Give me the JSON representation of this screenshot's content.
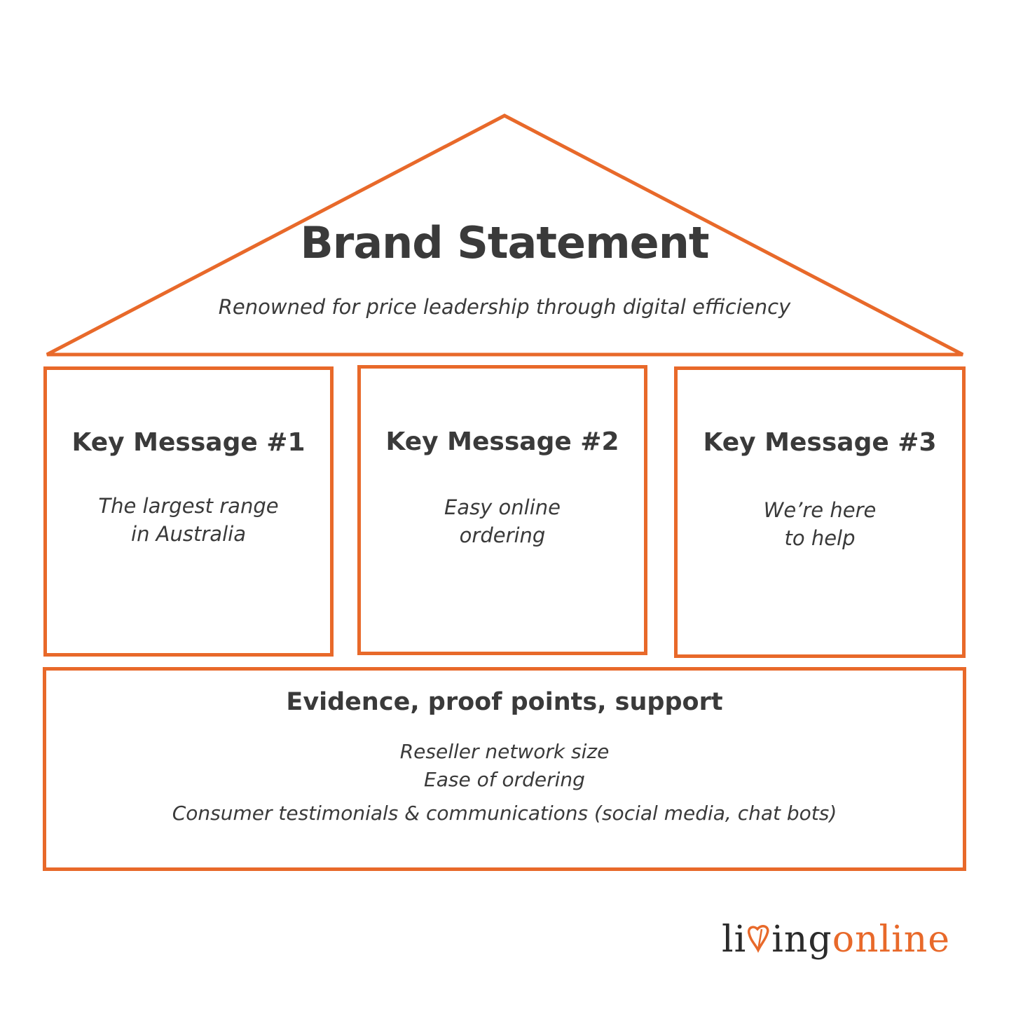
{
  "roof": {
    "title": "Brand Statement",
    "subtitle": "Renowned for price leadership through digital efficiency"
  },
  "pillars": [
    {
      "title": "Key Message #1",
      "lines": [
        "The largest range",
        "in Australia"
      ]
    },
    {
      "title": "Key Message #2",
      "lines": [
        "Easy online",
        "ordering"
      ]
    },
    {
      "title": "Key Message #3",
      "lines": [
        "We’re here",
        "to help"
      ]
    }
  ],
  "foundation": {
    "title": "Evidence, proof points, support",
    "items": [
      "Reseller network size",
      "Ease of ordering",
      "Consumer testimonials & communications (social media, chat bots)"
    ]
  },
  "logo": {
    "text": "livingonline",
    "dark_part_1": "li",
    "dark_part_2": "ing",
    "orange_part": "online",
    "heart_icon": "heart-leaf-icon"
  },
  "colors": {
    "accent": "#e8692a",
    "text": "#3a3a3a"
  }
}
